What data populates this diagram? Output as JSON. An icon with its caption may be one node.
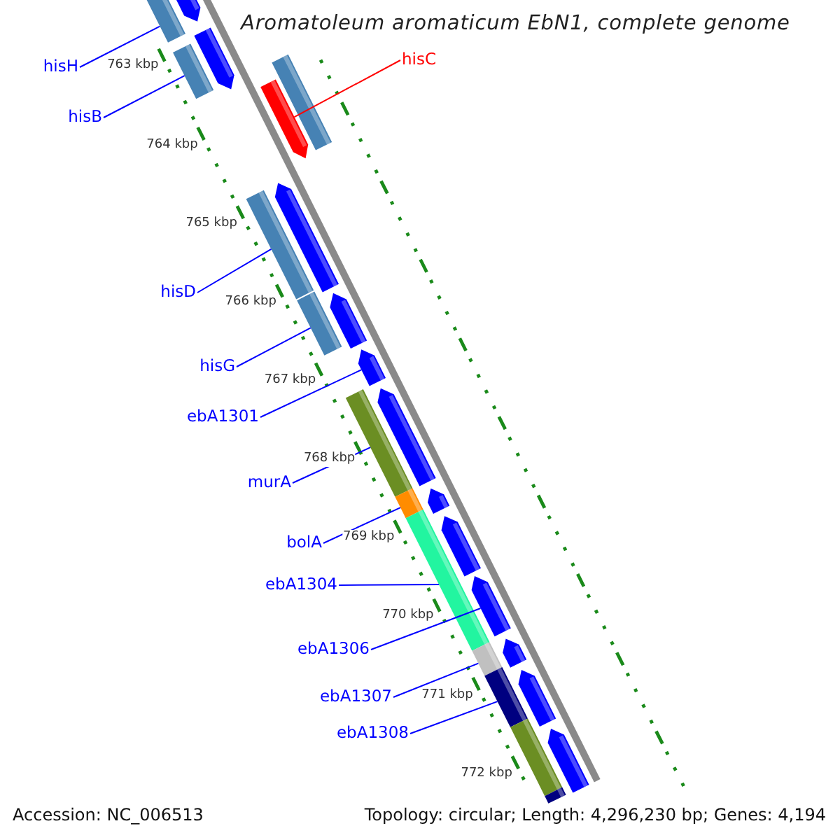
{
  "diagram": {
    "title": "Aromatoleum aromaticum EbN1, complete genome",
    "nodes": [
      {
        "text": [
          "hisH"
        ]
      },
      {
        "text": [
          "hisC"
        ]
      },
      {
        "text": [
          "hisB"
        ]
      },
      {
        "text": [
          "hisD"
        ]
      },
      {
        "text": [
          "hisG"
        ]
      },
      {
        "text": [
          "ebA1301"
        ]
      },
      {
        "text": [
          "murA"
        ]
      },
      {
        "text": [
          "bolA"
        ]
      },
      {
        "text": [
          "ebA1304"
        ]
      },
      {
        "text": [
          "ebA1306"
        ]
      },
      {
        "text": [
          "ebA1307"
        ]
      },
      {
        "text": [
          "ebA1308"
        ]
      },
      {
        "text": [],
        "shape": "bar"
      },
      {
        "text": [],
        "shape": "bar"
      },
      {
        "text": [],
        "shape": "bar"
      },
      {
        "text": [],
        "shape": "bar"
      },
      {
        "text": [],
        "shape": "bar"
      },
      {
        "text": [],
        "shape": "bar"
      },
      {
        "text": [],
        "shape": "bar"
      },
      {
        "text": [],
        "shape": "bar"
      },
      {
        "text": [],
        "shape": "bar"
      },
      {
        "text": [],
        "shape": "bar"
      },
      {
        "text": [],
        "shape": "bar"
      },
      {
        "text": [],
        "shape": "bar"
      },
      {
        "text": [],
        "shape": "bar"
      },
      {
        "text": [],
        "shape": "bar"
      },
      {
        "text": [],
        "shape": "bar"
      },
      {
        "text": [],
        "shape": "bar"
      },
      {
        "text": [],
        "shape": "bar"
      },
      {
        "text": [],
        "shape": "bar"
      },
      {
        "text": [],
        "shape": "bar"
      },
      {
        "text": [],
        "shape": "bar"
      },
      {
        "text": [],
        "shape": "bar"
      },
      {
        "text": [],
        "shape": "bar"
      },
      {
        "text": [],
        "shape": "bar"
      },
      {
        "text": [],
        "shape": "bar"
      },
      {
        "text": [],
        "shape": "bar"
      }
    ],
    "edges": [
      {
        "from": 0,
        "to": 12,
        "arrow": "none"
      },
      {
        "from": 1,
        "to": 17,
        "arrow": "none",
        "color": "#ff0000"
      },
      {
        "from": 2,
        "to": 14,
        "arrow": "none"
      },
      {
        "from": 3,
        "to": 18,
        "arrow": "none"
      },
      {
        "from": 4,
        "to": 20,
        "arrow": "none"
      },
      {
        "from": 5,
        "to": 22,
        "arrow": "none"
      },
      {
        "from": 6,
        "to": 23,
        "arrow": "none"
      },
      {
        "from": 7,
        "to": 25,
        "arrow": "none"
      },
      {
        "from": 8,
        "to": 27,
        "arrow": "none"
      },
      {
        "from": 9,
        "to": 29,
        "arrow": "none"
      },
      {
        "from": 10,
        "to": 30,
        "arrow": "none"
      },
      {
        "from": 11,
        "to": 32,
        "arrow": "none"
      }
    ],
    "labels": [
      "763 kbp",
      "764 kbp",
      "765 kbp",
      "766 kbp",
      "767 kbp",
      "768 kbp",
      "769 kbp",
      "770 kbp",
      "771 kbp",
      "772 kbp",
      "Accession: NC_006513",
      "Topology: circular; Length: 4,296,230 bp; Genes: 4,194"
    ]
  }
}
